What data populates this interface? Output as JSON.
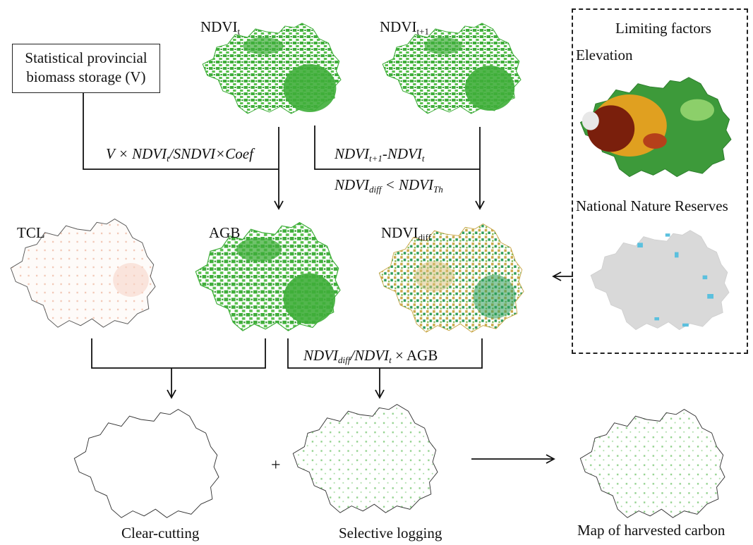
{
  "inputs": {
    "statistical_box_line1": "Statistical provincial",
    "statistical_box_line2": "biomass storage (V)",
    "ndvi_t_main": "NDVI",
    "ndvi_t_sub": "t",
    "ndvi_t1_main": "NDVI",
    "ndvi_t1_sub": "t+1"
  },
  "formulas": {
    "agb_formula": {
      "p1": "V × NDVI",
      "p2": "t",
      "p3": "/SNDVI×Coef"
    },
    "diff_formula": {
      "p1": "NDVI",
      "p2": "t+1",
      "p3": "-NDVI",
      "p4": "t"
    },
    "threshold": {
      "p1": "NDVI",
      "p2": "diff",
      "p3": " < NDVI",
      "p4": "Th"
    },
    "selective_formula": {
      "p1": "NDVI",
      "p2": "diff",
      "p3": "/NDVI",
      "p4": "t",
      "p5": " × AGB"
    }
  },
  "maps": {
    "tcl": "TCL",
    "agb": "AGB",
    "ndvi_diff_main": "NDVI",
    "ndvi_diff_sub": "diff"
  },
  "limiting_factors": {
    "title": "Limiting factors",
    "elevation": "Elevation",
    "reserves": "National Nature Reserves"
  },
  "outputs": {
    "plus": "+",
    "clear_cutting": "Clear-cutting",
    "selective_logging": "Selective logging",
    "harvested_map": "Map of harvested carbon"
  },
  "colors": {
    "vegetation": "#3fae3a",
    "elevation_high": "#7a1f0c",
    "elevation_mid": "#e0a020",
    "elevation_low": "#3d9a3a",
    "reserve_bg": "#d9d9d9",
    "reserve_patch": "#5bc0de",
    "tcl": "#e9a48a"
  }
}
